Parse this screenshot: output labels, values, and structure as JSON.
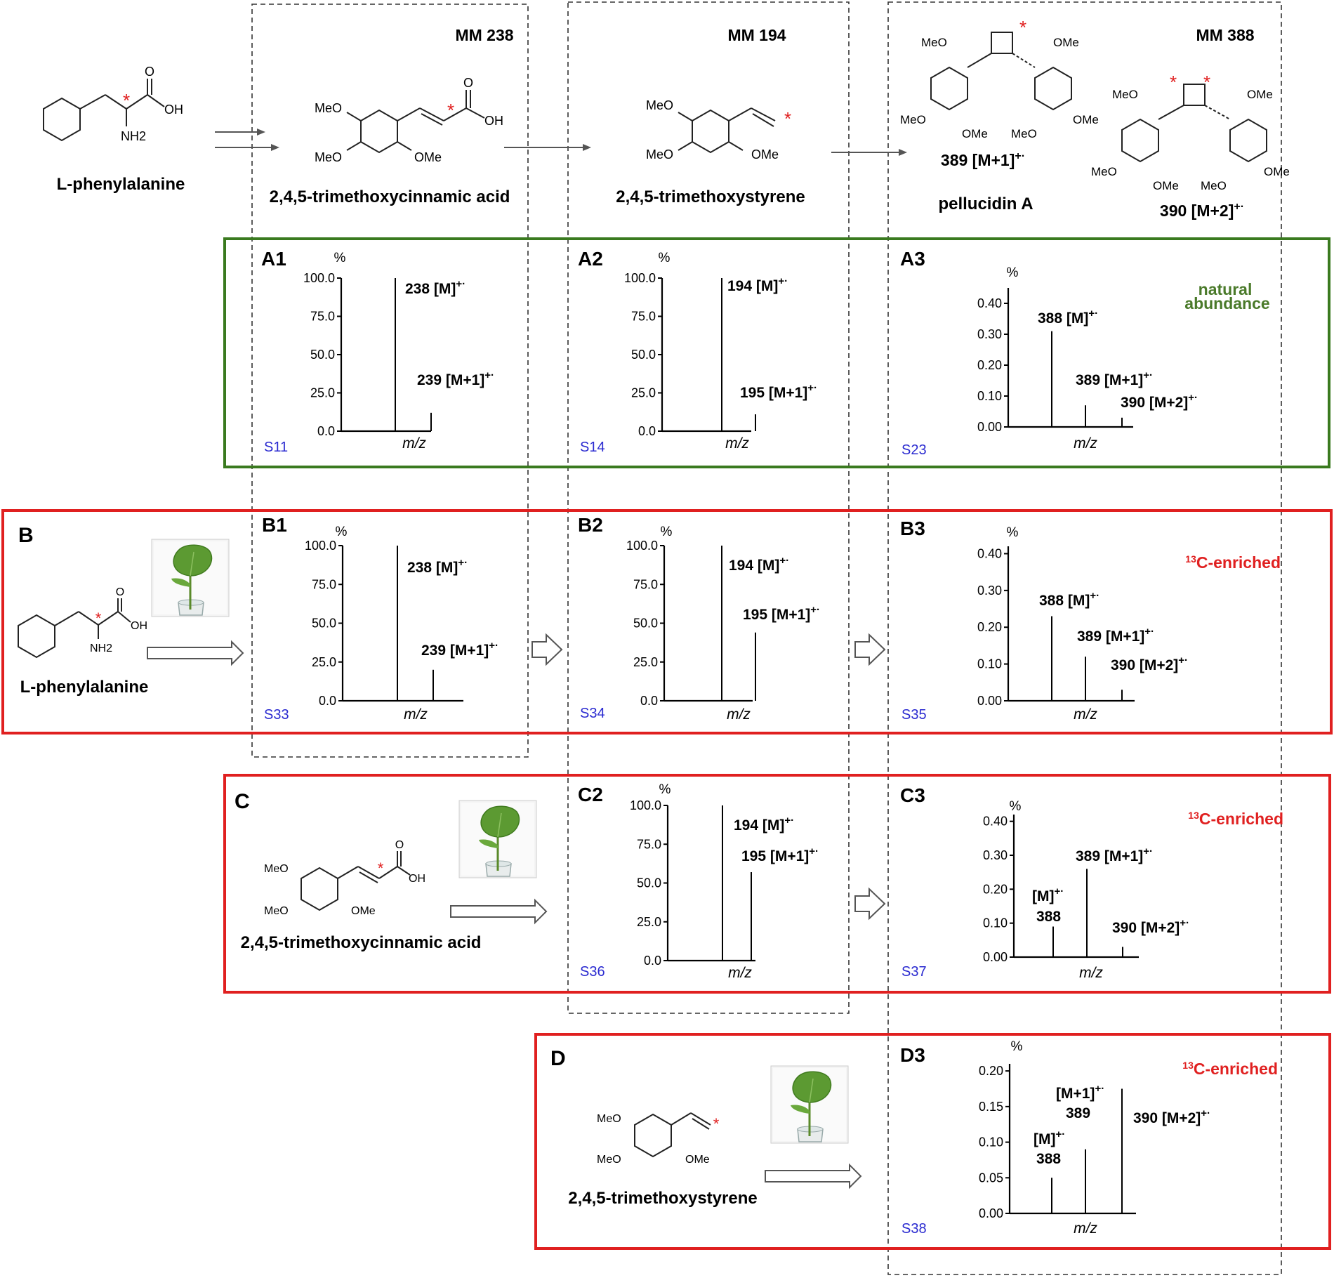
{
  "columns": {
    "mm238": "MM 238",
    "mm194": "MM 194",
    "mm388": "MM 388"
  },
  "compounds": {
    "phenylalanine": "L-phenylalanine",
    "cinnamic": "2,4,5-trimethoxycinnamic acid",
    "styrene": "2,4,5-trimethoxystyrene",
    "pellucidin": "pellucidin A",
    "p389": "389 [M+1]",
    "p390": "390 [M+2]",
    "ion_sup": "+·"
  },
  "atoms": {
    "OMe": "OMe",
    "MeO": "MeO",
    "OH": "OH",
    "O": "O",
    "NH2": "NH2",
    "star": "*"
  },
  "rows": {
    "A": {
      "label": "",
      "tag": "natural abundance",
      "tag_color": "#4a7a2a",
      "box_color": "#3a7a1f"
    },
    "B": {
      "label": "B",
      "tag": "13C-enriched",
      "tag_color": "#e02020",
      "box_color": "#e02020"
    },
    "C": {
      "label": "C",
      "tag": "13C-enriched",
      "tag_color": "#e02020",
      "box_color": "#e02020"
    },
    "D": {
      "label": "D",
      "tag": "13C-enriched",
      "tag_color": "#e02020",
      "box_color": "#e02020"
    }
  },
  "chart_data": [
    {
      "type": "bar",
      "id": "A1",
      "ref": "S11",
      "ylabel": "%",
      "xlabel": "m/z",
      "yticks": [
        "100.0",
        "75.0",
        "50.0",
        "25.0",
        "0.0"
      ],
      "ylim": [
        0,
        100
      ],
      "peaks": [
        {
          "label": "238 [M]",
          "value": 100
        },
        {
          "label": "239  [M+1]",
          "value": 12
        }
      ]
    },
    {
      "type": "bar",
      "id": "A2",
      "ref": "S14",
      "ylabel": "%",
      "xlabel": "m/z",
      "yticks": [
        "100.0",
        "75.0",
        "50.0",
        "25.0",
        "0.0"
      ],
      "ylim": [
        0,
        100
      ],
      "peaks": [
        {
          "label": "194 [M]",
          "value": 100
        },
        {
          "label": "195 [M+1]",
          "value": 11
        }
      ]
    },
    {
      "type": "bar",
      "id": "A3",
      "ref": "S23",
      "ylabel": "%",
      "xlabel": "m/z",
      "yticks": [
        "0.40",
        "0.30",
        "0.20",
        "0.10",
        "0.00"
      ],
      "ylim": [
        0,
        0.45
      ],
      "peaks": [
        {
          "label": "388 [M]",
          "value": 0.31
        },
        {
          "label": "389 [M+1]",
          "value": 0.07
        },
        {
          "label": "390 [M+2]",
          "value": 0.03
        }
      ]
    },
    {
      "type": "bar",
      "id": "B1",
      "ref": "S33",
      "ylabel": "%",
      "xlabel": "m/z",
      "yticks": [
        "100.0",
        "75.0",
        "50.0",
        "25.0",
        "0.0"
      ],
      "ylim": [
        0,
        100
      ],
      "peaks": [
        {
          "label": "238 [M]",
          "value": 100
        },
        {
          "label": "239 [M+1]",
          "value": 20
        }
      ]
    },
    {
      "type": "bar",
      "id": "B2",
      "ref": "S34",
      "ylabel": "%",
      "xlabel": "m/z",
      "yticks": [
        "100.0",
        "75.0",
        "50.0",
        "25.0",
        "0.0"
      ],
      "ylim": [
        0,
        100
      ],
      "peaks": [
        {
          "label": "194 [M]",
          "value": 100
        },
        {
          "label": "195 [M+1]",
          "value": 44
        }
      ]
    },
    {
      "type": "bar",
      "id": "B3",
      "ref": "S35",
      "ylabel": "%",
      "xlabel": "m/z",
      "yticks": [
        "0.40",
        "0.30",
        "0.20",
        "0.10",
        "0.00"
      ],
      "ylim": [
        0,
        0.42
      ],
      "peaks": [
        {
          "label": "388 [M]",
          "value": 0.23
        },
        {
          "label": "389 [M+1]",
          "value": 0.12
        },
        {
          "label": "390 [M+2]",
          "value": 0.03
        }
      ]
    },
    {
      "type": "bar",
      "id": "C2",
      "ref": "S36",
      "ylabel": "%",
      "xlabel": "m/z",
      "yticks": [
        "100.0",
        "75.0",
        "50.0",
        "25.0",
        "0.0"
      ],
      "ylim": [
        0,
        100
      ],
      "peaks": [
        {
          "label": "194 [M]",
          "value": 100
        },
        {
          "label": "195 [M+1]",
          "value": 57
        }
      ]
    },
    {
      "type": "bar",
      "id": "C3",
      "ref": "S37",
      "ylabel": "%",
      "xlabel": "m/z",
      "yticks": [
        "0.40",
        "0.30",
        "0.20",
        "0.10",
        "0.00"
      ],
      "ylim": [
        0,
        0.42
      ],
      "peaks": [
        {
          "label": "[M]",
          "label2": "388",
          "value": 0.09
        },
        {
          "label": "389 [M+1]",
          "value": 0.26
        },
        {
          "label": "390 [M+2]",
          "value": 0.03
        }
      ]
    },
    {
      "type": "bar",
      "id": "D3",
      "ref": "S38",
      "ylabel": "%",
      "xlabel": "m/z",
      "yticks": [
        "0.20",
        "0.15",
        "0.10",
        "0.05",
        "0.00"
      ],
      "ylim": [
        0,
        0.21
      ],
      "peaks": [
        {
          "label": "[M]",
          "label2": "388",
          "value": 0.05
        },
        {
          "label": "[M+1]",
          "label2": "389",
          "value": 0.09
        },
        {
          "label": "390 [M+2]",
          "value": 0.175
        }
      ]
    }
  ]
}
